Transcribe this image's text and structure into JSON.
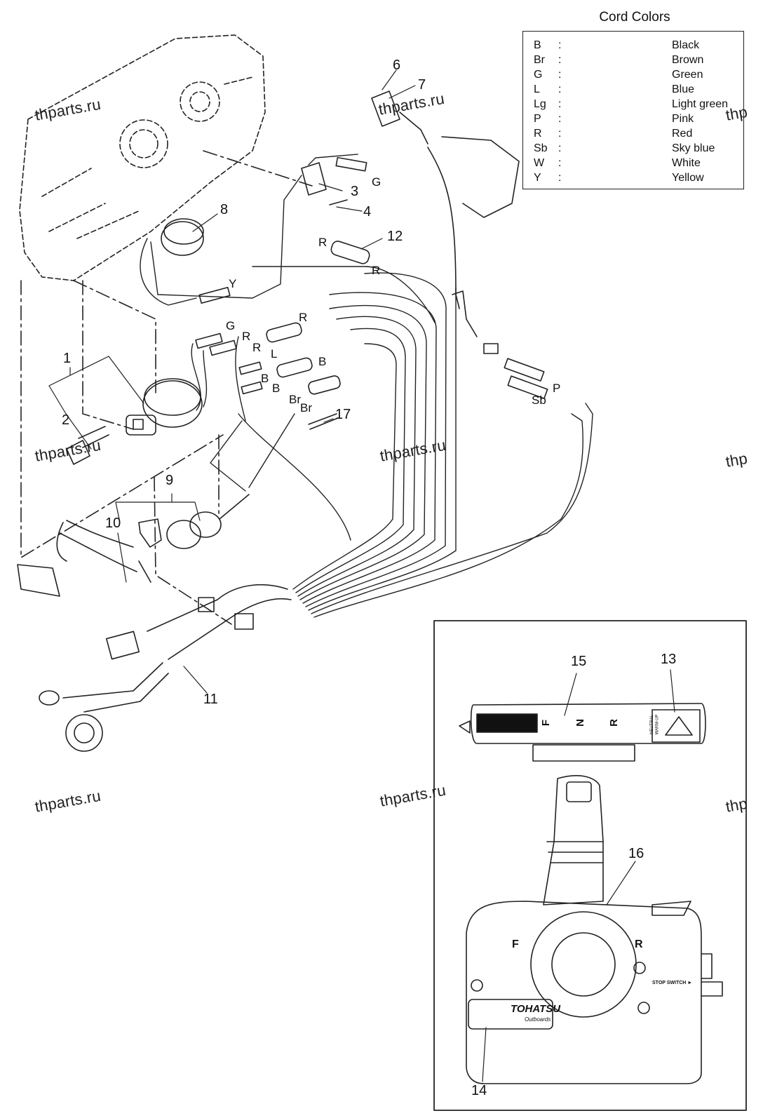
{
  "legend": {
    "title": "Cord Colors",
    "rows": [
      {
        "code": "B",
        "sep": ":",
        "name": "Black"
      },
      {
        "code": "Br",
        "sep": ":",
        "name": "Brown"
      },
      {
        "code": "G",
        "sep": ":",
        "name": "Green"
      },
      {
        "code": "L",
        "sep": ":",
        "name": "Blue"
      },
      {
        "code": "Lg",
        "sep": ":",
        "name": "Light green"
      },
      {
        "code": "P",
        "sep": ":",
        "name": "Pink"
      },
      {
        "code": "R",
        "sep": ":",
        "name": "Red"
      },
      {
        "code": "Sb",
        "sep": ":",
        "name": "Sky blue"
      },
      {
        "code": "W",
        "sep": ":",
        "name": "White"
      },
      {
        "code": "Y",
        "sep": ":",
        "name": "Yellow"
      }
    ]
  },
  "watermarks": [
    "thparts.ru",
    "thparts.ru",
    "thp",
    "thparts.ru",
    "thparts.ru",
    "thp",
    "thparts.ru",
    "thparts.ru",
    "thp"
  ],
  "part_numbers": [
    "1",
    "2",
    "3",
    "4",
    "6",
    "7",
    "8",
    "9",
    "10",
    "11",
    "12",
    "13",
    "14",
    "15",
    "16",
    "17"
  ],
  "wire_labels": [
    "G",
    "R",
    "Y",
    "R",
    "G",
    "R",
    "R",
    "R",
    "L",
    "B",
    "B",
    "B",
    "Br",
    "Br",
    "P",
    "Sb"
  ],
  "control_panel": {
    "shift_letters": {
      "f": "F",
      "n": "N",
      "r": "R"
    },
    "warmup_label_1": "NEUTRAL",
    "warmup_label_2": "WARM-UP",
    "stop_switch": "STOP SWITCH ►",
    "brand": "TOHATSU",
    "brand_sub": "Outboards"
  }
}
